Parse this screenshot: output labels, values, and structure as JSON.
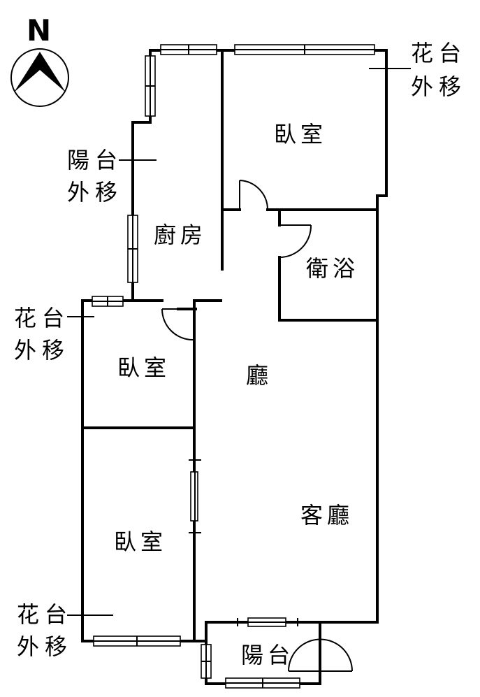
{
  "compass": {
    "north_label": "N",
    "icon": "north-arrow-icon"
  },
  "rooms": {
    "bedroom_ne": "臥室",
    "kitchen": "廚房",
    "bathroom": "衛浴",
    "dining": "廳",
    "bedroom_w": "臥室",
    "bedroom_sw": "臥室",
    "living": "客廳",
    "balcony_s": "陽台"
  },
  "notes": {
    "ne": {
      "line1": "花台",
      "line2": "外移"
    },
    "nw": {
      "line1": "陽台",
      "line2": "外移"
    },
    "w": {
      "line1": "花台",
      "line2": "外移"
    },
    "sw": {
      "line1": "花台",
      "line2": "外移"
    }
  }
}
